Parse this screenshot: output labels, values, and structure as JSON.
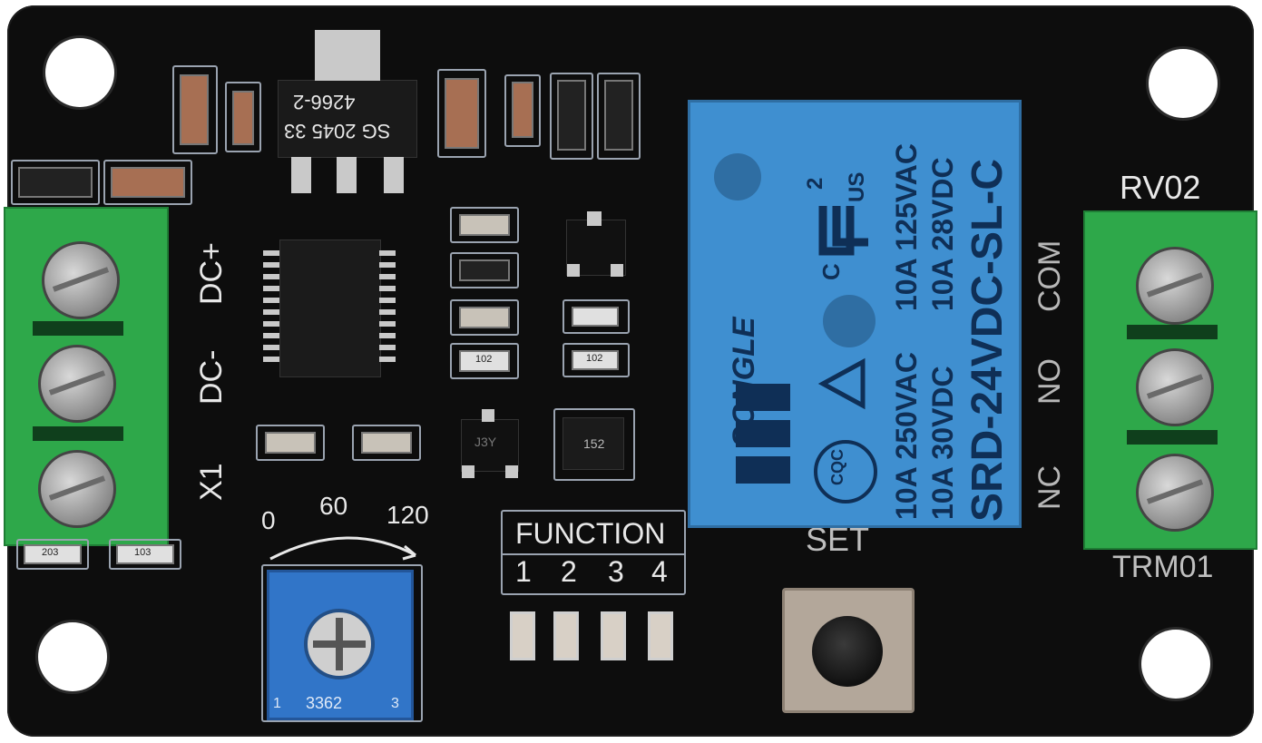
{
  "board": {
    "input_label_plus": "DC+",
    "input_label_minus": "DC-",
    "connector_in": "X1",
    "connector_out_top": "RV02",
    "connector_out_bottom": "TRM01",
    "relay_pins": {
      "com": "COM",
      "no": "NO",
      "nc": "NC"
    },
    "scale_labels": [
      "0",
      "60",
      "120"
    ],
    "function_label": "FUNCTION",
    "function_numbers": [
      "1",
      "2",
      "3",
      "4"
    ],
    "set_label": "SET",
    "regulator_lines": [
      "4266-2",
      "SG 2045 33"
    ],
    "resistor_codes": [
      "102",
      "102",
      "152",
      "203",
      "103"
    ],
    "transistor_code": "J3Y",
    "pot_text": [
      "1",
      "3362",
      "3"
    ]
  },
  "relay": {
    "brand": "SONGLE",
    "model": "SRD-24VDC-SL-C",
    "rating_1": "10A 250VAC",
    "rating_2": "10A 30VDC",
    "rating_3": "10A 125VAC",
    "rating_4": "10A 28VDC",
    "cert_1": "C",
    "cert_2": "US",
    "cert_3": "2",
    "cert_4": "CQC"
  },
  "colors": {
    "pcb": "#0d0d0d",
    "terminal": "#2ea84a",
    "relay": "#3f8fd0",
    "potentiometer": "#3175c8"
  }
}
